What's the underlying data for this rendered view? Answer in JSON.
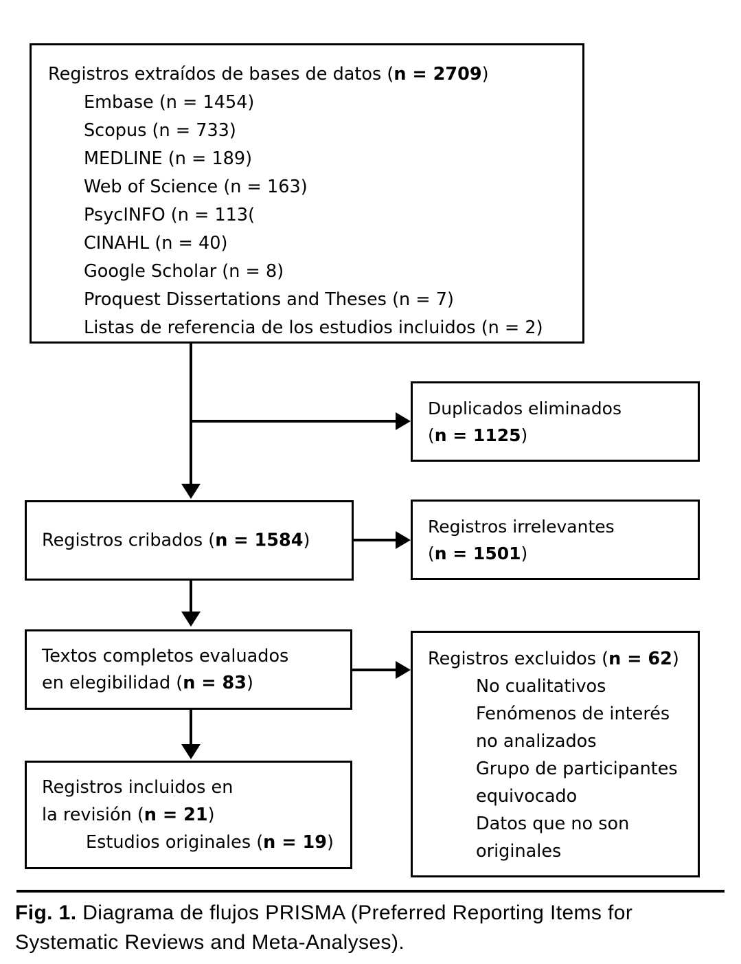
{
  "figure": {
    "caption_label": "Fig. 1.",
    "caption_text": "Diagrama de flujos PRISMA (Preferred Reporting Items for Systematic Reviews and Meta-Analyses)."
  },
  "diagram": {
    "type": "prisma-flow-diagram",
    "boxes": {
      "sources": {
        "title_pre": "Registros extraídos de bases de datos (",
        "title_n": "n = 2709",
        "title_post": ")",
        "items": [
          "Embase (n = 1454)",
          "Scopus (n = 733)",
          "MEDLINE (n = 189)",
          "Web of Science (n = 163)",
          "PsycINFO (n = 113(",
          "CINAHL (n = 40)",
          "Google Scholar (n = 8)",
          "Proquest Dissertations and Theses (n = 7)",
          "Listas de referencia de los estudios incluidos (n = 2)"
        ]
      },
      "duplicates": {
        "line1": "Duplicados eliminados",
        "line2_pre": "(",
        "line2_n": "n = 1125",
        "line2_post": ")"
      },
      "screened": {
        "line1_pre": "Registros cribados (",
        "line1_n": "n = 1584",
        "line1_post": ")"
      },
      "irrelevant": {
        "line1": "Registros irrelevantes",
        "line2_pre": "(",
        "line2_n": "n = 1501",
        "line2_post": ")"
      },
      "fulltext": {
        "line1": "Textos completos evaluados",
        "line2_pre": "en elegibilidad (",
        "line2_n": "n = 83",
        "line2_post": ")"
      },
      "excluded": {
        "title_pre": "Registros excluidos (",
        "title_n": "n = 62",
        "title_post": ")",
        "reasons": [
          "No cualitativos",
          "Fenómenos de interés",
          "no analizados",
          "Grupo de participantes",
          "equivocado",
          "Datos que no son",
          "originales"
        ]
      },
      "included": {
        "line1": "Registros incluidos en",
        "line2_pre": "la revisión (",
        "line2_n": "n = 21",
        "line2_post": ")",
        "line3_pre": "Estudios originales (",
        "line3_n": "n = 19",
        "line3_post": ")"
      }
    },
    "colors": {
      "border": "#000000",
      "background": "#ffffff",
      "text": "#000000"
    }
  },
  "chart_data": {
    "type": "diagram",
    "title": "Diagrama de flujos PRISMA",
    "stages": [
      {
        "name": "Registros extraídos de bases de datos",
        "n": 2709
      },
      {
        "name": "Duplicados eliminados",
        "n": 1125
      },
      {
        "name": "Registros cribados",
        "n": 1584
      },
      {
        "name": "Registros irrelevantes",
        "n": 1501
      },
      {
        "name": "Textos completos evaluados en elegibilidad",
        "n": 83
      },
      {
        "name": "Registros excluidos",
        "n": 62
      },
      {
        "name": "Registros incluidos en la revisión",
        "n": 21
      },
      {
        "name": "Estudios originales",
        "n": 19
      }
    ],
    "sources": [
      {
        "name": "Embase",
        "n": 1454
      },
      {
        "name": "Scopus",
        "n": 733
      },
      {
        "name": "MEDLINE",
        "n": 189
      },
      {
        "name": "Web of Science",
        "n": 163
      },
      {
        "name": "PsycINFO",
        "n": 113
      },
      {
        "name": "CINAHL",
        "n": 40
      },
      {
        "name": "Google Scholar",
        "n": 8
      },
      {
        "name": "Proquest Dissertations and Theses",
        "n": 7
      },
      {
        "name": "Listas de referencia de los estudios incluidos",
        "n": 2
      }
    ],
    "exclusion_reasons": [
      "No cualitativos",
      "Fenómenos de interés no analizados",
      "Grupo de participantes equivocado",
      "Datos que no son originales"
    ]
  }
}
